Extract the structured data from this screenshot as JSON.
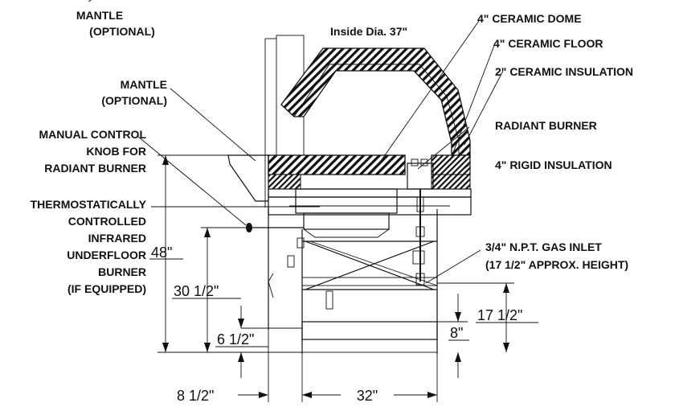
{
  "labels": {
    "inside_dia": "Inside Dia. 37\"",
    "mantle_top_1": "MANTLE",
    "mantle_top_2": "(OPTIONAL)",
    "mantle_1": "MANTLE",
    "mantle_2": "(OPTIONAL)",
    "manual_1": "MANUAL CONTROL",
    "manual_2": "KNOB FOR",
    "manual_3": "RADIANT BURNER",
    "thermo_1": "THERMOSTATICALLY",
    "thermo_2": "CONTROLLED",
    "thermo_3": "INFRARED",
    "thermo_4": "UNDERFLOOR",
    "thermo_5": "BURNER",
    "thermo_6": "(IF EQUIPPED)",
    "dome": "4\" CERAMIC DOME",
    "floor": "4\" CERAMIC FLOOR",
    "insulation": "2\" CERAMIC INSULATION",
    "radiant": "RADIANT BURNER",
    "rigid": "4\" RIGID INSULATION",
    "gas_1": "3/4\" N.P.T.  GAS INLET",
    "gas_2": "(17 1/2\" APPROX. HEIGHT)"
  },
  "dimensions": {
    "height_48": "48\"",
    "height_30_5": "30 1/2\"",
    "height_6_5": "6 1/2\"",
    "height_17_5": "17 1/2\"",
    "height_8": "8\"",
    "width_8_5": "8 1/2\"",
    "width_32": "32\""
  },
  "colors": {
    "ink": "#111111",
    "background": "#ffffff"
  }
}
